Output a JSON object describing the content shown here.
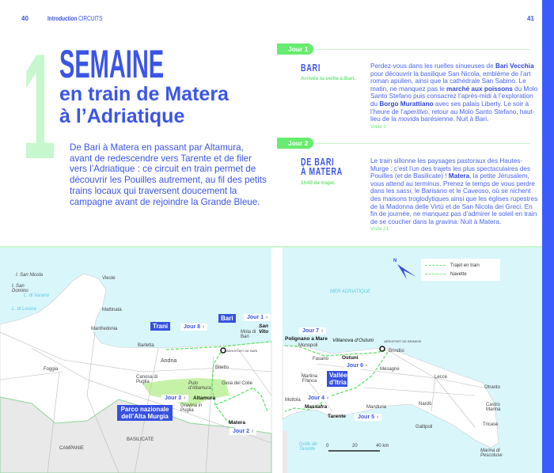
{
  "header": {
    "page_left": "40",
    "section": "Introduction",
    "category": "CIRCUITS",
    "page_right": "41"
  },
  "title": {
    "number": "1",
    "line1": "SEMAINE",
    "line2": "en train de Matera",
    "line3": "à l’Adriatique"
  },
  "intro": "De Bari à Matera en passant par Altamura, avant de redescendre vers Tarente et de filer vers l’Adriatique : ce circuit en train permet de découvrir les Pouilles autrement, au fil des petits trains locaux qui traversent doucement la campagne avant de rejoindre la Grande Bleue.",
  "days": [
    {
      "label": "Jour 1",
      "title": "BARI",
      "subtitle": "Arrivée la veille à Bari.",
      "visit": "Visite 1",
      "text": [
        {
          "t": "Perdez-vous dans les ruelles sinueuses de "
        },
        {
          "t": "Bari Vecchia",
          "b": 1
        },
        {
          "t": " pour découvrir la basilique San Nicola, emblème de l’art roman apulien, ainsi que la cathédrale San Sabino. Le matin, ne manquez pas le "
        },
        {
          "t": "marché aux poissons",
          "b": 1
        },
        {
          "t": " du Molo Santo Stefano puis consacrez l’après-midi à l’exploration du "
        },
        {
          "t": "Borgo Murattiano",
          "b": 1
        },
        {
          "t": " avec ses palais Liberty. Le soir à l’heure de l’"
        },
        {
          "t": "aperitivo",
          "i": 1
        },
        {
          "t": ", retour au Molo Santo Stefano, haut-lieu de la "
        },
        {
          "t": "movida",
          "i": 1
        },
        {
          "t": " barésienne. Nuit à Bari."
        }
      ]
    },
    {
      "label": "Jour 2",
      "title": "DE BARI\nÀ MATERA",
      "subtitle": "1h40 de trajet.",
      "visit": "Visite 21",
      "text": [
        {
          "t": "Le train sillonne les paysages pastoraux des Hautes-Murge : c’est l’un des trajets les plus spectaculaires des Pouilles (et de Basilicate) ! "
        },
        {
          "t": "Matera",
          "b": 1
        },
        {
          "t": ", la petite Jérusalem, vous attend au terminus. Prenez le temps de vous perdre dans les "
        },
        {
          "t": "sassi",
          "i": 1
        },
        {
          "t": ", le Barisano et le Caveoso, où se nichent des maisons troglodytiques ainsi que les églises rupestres de la Madonna delle Virtù et de San Nicola dei Greci. En fin de journée, ne manquez pas d’admirer le soleil en train de se coucher dans la "
        },
        {
          "t": "gravina",
          "i": 1
        },
        {
          "t": ". Nuit à Matera."
        }
      ]
    }
  ],
  "map_left": {
    "places": [
      "I. San Nicola",
      "I. San Domino",
      "Vieste",
      "Mattinata",
      "Manfredonia",
      "Barletta",
      "Andria",
      "Foggia",
      "Canosa di Puglia",
      "Bitetto",
      "Gioia del Colle",
      "Pulo d’Altamura",
      "Gravina in Puglia",
      "Mola di Bari",
      "AÉROPORT DE BARI"
    ],
    "lakes": [
      "L. di Varano",
      "L. di Lesina"
    ],
    "regions": [
      "BASILICATE",
      "CAMPANIE"
    ],
    "highlights": [
      "Trani",
      "Bari",
      "Parco nazionale dell’Alta Murgia"
    ],
    "bold": [
      "San Vito",
      "Altamura",
      "Matera"
    ],
    "days": [
      "Jour 1",
      "Jour 2",
      "Jour 3",
      "Jour 8"
    ]
  },
  "map_right": {
    "sea": "MER ADRIATIQUE",
    "gulf": "Golfe de Tarente",
    "places": [
      "Monopoli",
      "Fasano",
      "Martina Franca",
      "Mesagne",
      "Brindisi",
      "Lecce",
      "Otranto",
      "Manduria",
      "Nardò",
      "Castro Marina",
      "Tricase",
      "Gallipoli",
      "Mottola",
      "Marina di Pescoluse",
      "AÉROPORT DE BRINDISI"
    ],
    "bold": [
      "Polignano a Mare",
      "Ostuni",
      "Massafra",
      "Tarente"
    ],
    "italic": "Villanova d’Ostuni",
    "highlight": "Vallée d’Itria",
    "days": [
      "Jour 4",
      "Jour 5",
      "Jour 6",
      "Jour 7"
    ],
    "legend": {
      "train": "Trajet en train",
      "shuttle": "Navette"
    },
    "scale": [
      "0",
      "20",
      "40 km"
    ],
    "compass": "N"
  },
  "colors": {
    "blue": "#3b55e6",
    "green": "#66ec6e",
    "pale_green": "#c6f7cd",
    "sea": "#d9f6fb",
    "side_bar": "#3b5bfd"
  }
}
